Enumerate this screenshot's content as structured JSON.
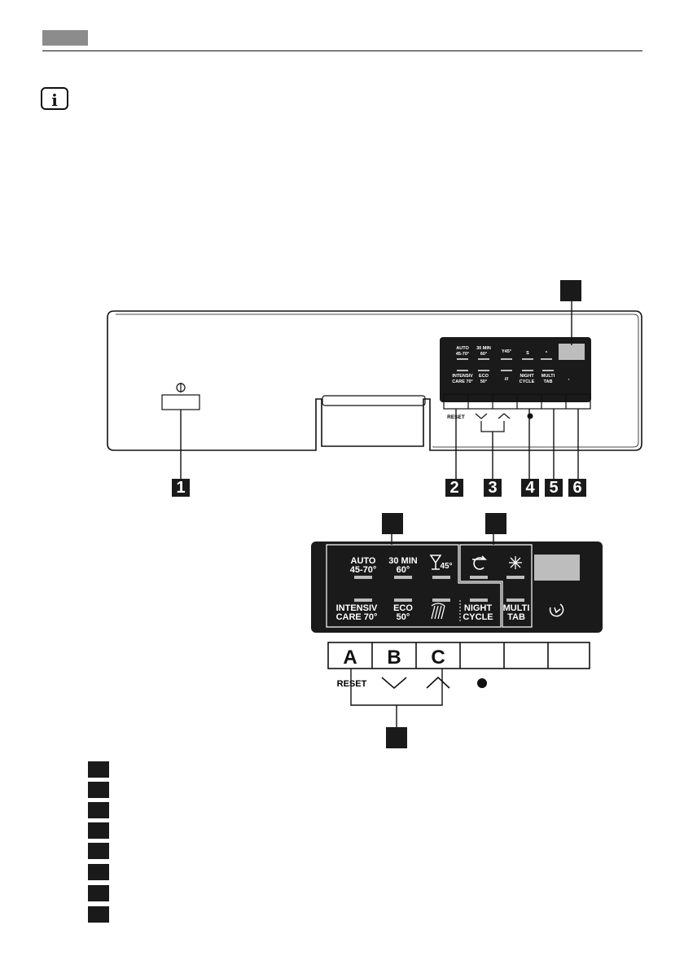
{
  "panel": {
    "reset": "RESET",
    "programmes": [
      {
        "line1": "AUTO",
        "line2": "45-70°"
      },
      {
        "line1": "30 MIN",
        "line2": "60°"
      },
      {
        "line1": "45°"
      },
      {
        "line1": "INTENSIV",
        "line2": "CARE 70°"
      },
      {
        "line1": "ECO",
        "line2": "50°"
      },
      {
        "line1": "NIGHT",
        "line2": "CYCLE"
      },
      {
        "line1": "MULTI",
        "line2": "TAB"
      }
    ]
  },
  "callouts": {
    "1": "1",
    "2": "2",
    "3": "3",
    "4": "4",
    "5": "5",
    "6": "6"
  },
  "buttons": {
    "a": "A",
    "b": "B",
    "c": "C"
  },
  "legend_rows": 8
}
